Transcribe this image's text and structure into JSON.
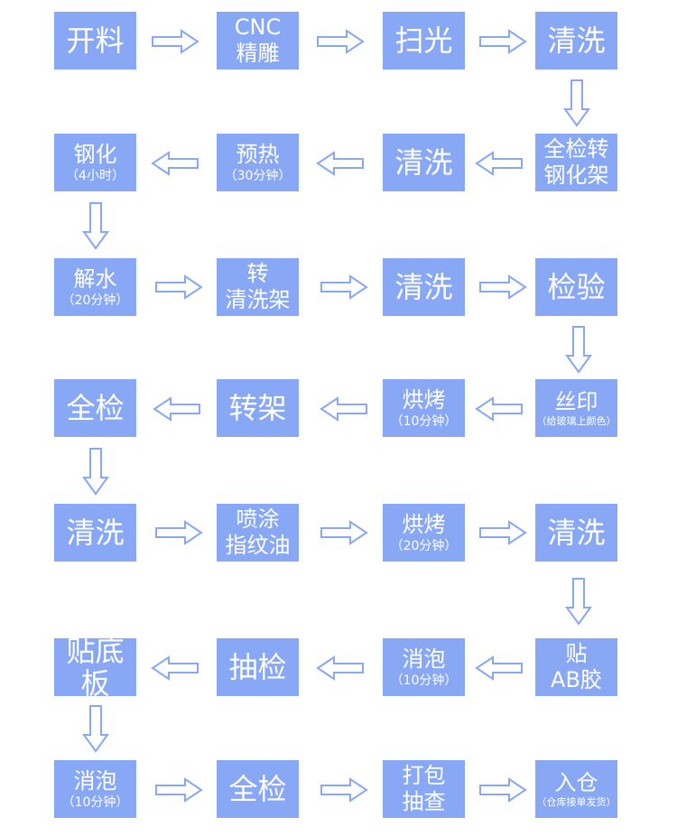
{
  "steps": {
    "s1": {
      "main": "开料"
    },
    "s2": {
      "l1": "CNC",
      "l2": "精雕"
    },
    "s3": {
      "main": "扫光"
    },
    "s4": {
      "main": "清洗"
    },
    "s5": {
      "l1": "全检转",
      "l2": "钢化架"
    },
    "s6": {
      "main": "清洗"
    },
    "s7": {
      "main": "预热",
      "sub": "（30分钟）"
    },
    "s8": {
      "main": "钢化",
      "sub": "（4小时）"
    },
    "s9": {
      "main": "解水",
      "sub": "（20分钟）"
    },
    "s10": {
      "l1": "转",
      "l2": "清洗架"
    },
    "s11": {
      "main": "清洗"
    },
    "s12": {
      "main": "检验"
    },
    "s13": {
      "main": "丝印",
      "sub": "（给玻璃上颜色）"
    },
    "s14": {
      "main": "烘烤",
      "sub": "（10分钟）"
    },
    "s15": {
      "main": "转架"
    },
    "s16": {
      "main": "全检"
    },
    "s17": {
      "main": "清洗"
    },
    "s18": {
      "l1": "喷涂",
      "l2": "指纹油"
    },
    "s19": {
      "main": "烘烤",
      "sub": "（20分钟）"
    },
    "s20": {
      "main": "清洗"
    },
    "s21": {
      "l1": "贴",
      "l2": "AB胶"
    },
    "s22": {
      "main": "消泡",
      "sub": "（10分钟）"
    },
    "s23": {
      "main": "抽检"
    },
    "s24": {
      "main": "贴底板"
    },
    "s25": {
      "main": "消泡",
      "sub": "（10分钟）"
    },
    "s26": {
      "main": "全检"
    },
    "s27": {
      "l1": "打包",
      "l2": "抽查"
    },
    "s28": {
      "main": "入仓",
      "sub": "（仓库接单发货）"
    }
  },
  "colors": {
    "box": "#88a8f5",
    "text": "#ffffff",
    "arrow_outline": "#88a8f5"
  },
  "icons": {
    "arrow": "hollow-block-arrow"
  }
}
